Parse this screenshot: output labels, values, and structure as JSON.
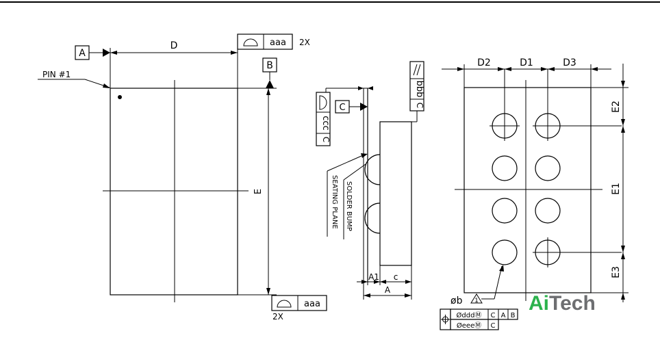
{
  "labels": {
    "datum_a": "A",
    "datum_b": "B",
    "datum_c": "C",
    "dim_d": "D",
    "dim_e": "E",
    "pin1": "PIN  #1",
    "flat_aaa_top": "aaa",
    "flat_aaa_bottom": "aaa",
    "twox_top": "2X",
    "twox_bottom": "2X",
    "ccc": "ccc",
    "ccc_ref": "C",
    "bbb": "bbb",
    "bbb_ref": "C",
    "seating_plane": "SEATING  PLANE",
    "solder_bump": "SOLDER  BUMP",
    "dim_a1": "A1",
    "dim_c": "c",
    "dim_a": "A",
    "dim_d2": "D2",
    "dim_d1": "D1",
    "dim_d3": "D3",
    "dim_e2": "E2",
    "dim_e1": "E1",
    "dim_e3": "E3",
    "ball_dia": "øb",
    "note_num": "1",
    "fcf_row1": {
      "tol": "ØdddⓂ",
      "r1": "C",
      "r2": "A",
      "r3": "B"
    },
    "fcf_row2": {
      "tol": "ØeeeⓂ",
      "r1": "C"
    }
  },
  "logo": {
    "part1": "Ai",
    "part2": "Tech",
    "color1": "#2bb24c",
    "color2": "#6d6e71"
  }
}
